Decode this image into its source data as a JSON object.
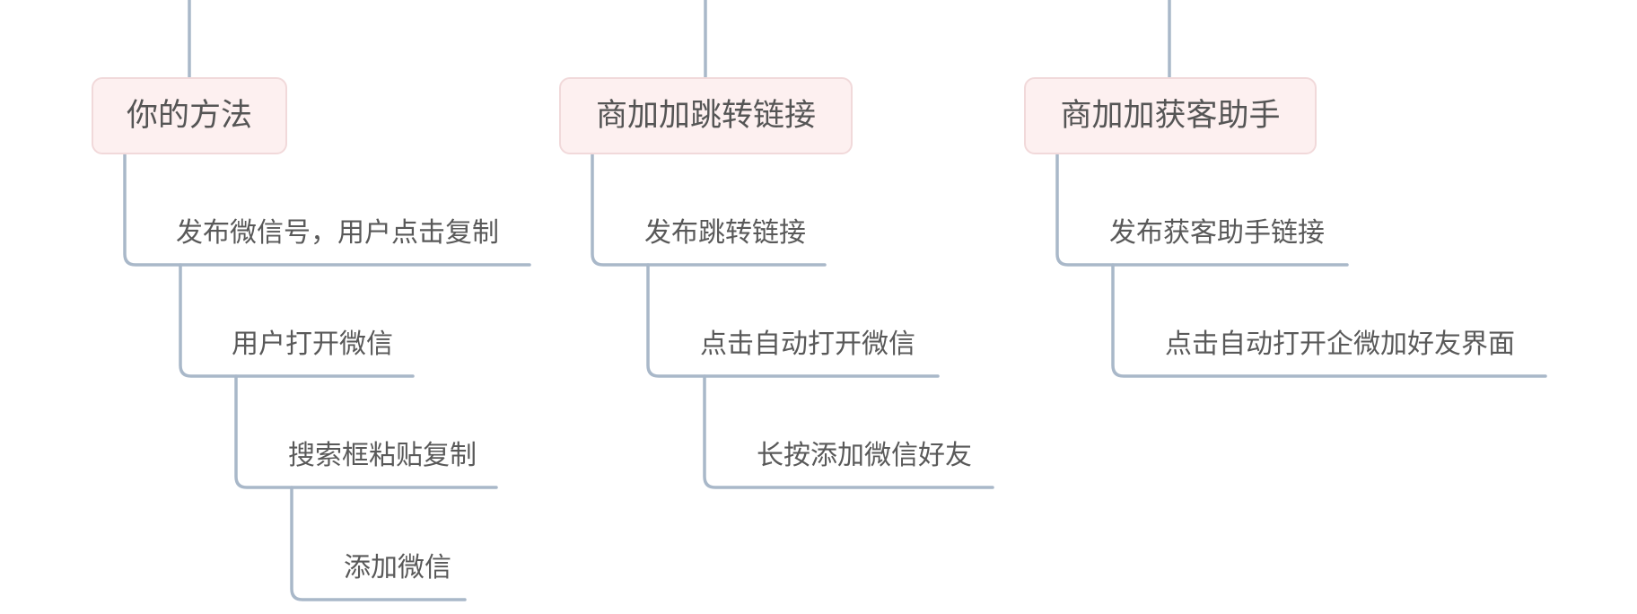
{
  "mindmap": {
    "line_color": "#a9b8c9",
    "topic_fill": "#fdf0f0",
    "topic_border": "#f1d9da",
    "text_color": "#595959",
    "branches": [
      {
        "label": "你的方法",
        "steps": [
          "发布微信号，用户点击复制",
          "用户打开微信",
          "搜索框粘贴复制",
          "添加微信"
        ]
      },
      {
        "label": "商加加跳转链接",
        "steps": [
          "发布跳转链接",
          "点击自动打开微信",
          "长按添加微信好友"
        ]
      },
      {
        "label": "商加加获客助手",
        "steps": [
          "发布获客助手链接",
          "点击自动打开企微加好友界面"
        ]
      }
    ]
  }
}
